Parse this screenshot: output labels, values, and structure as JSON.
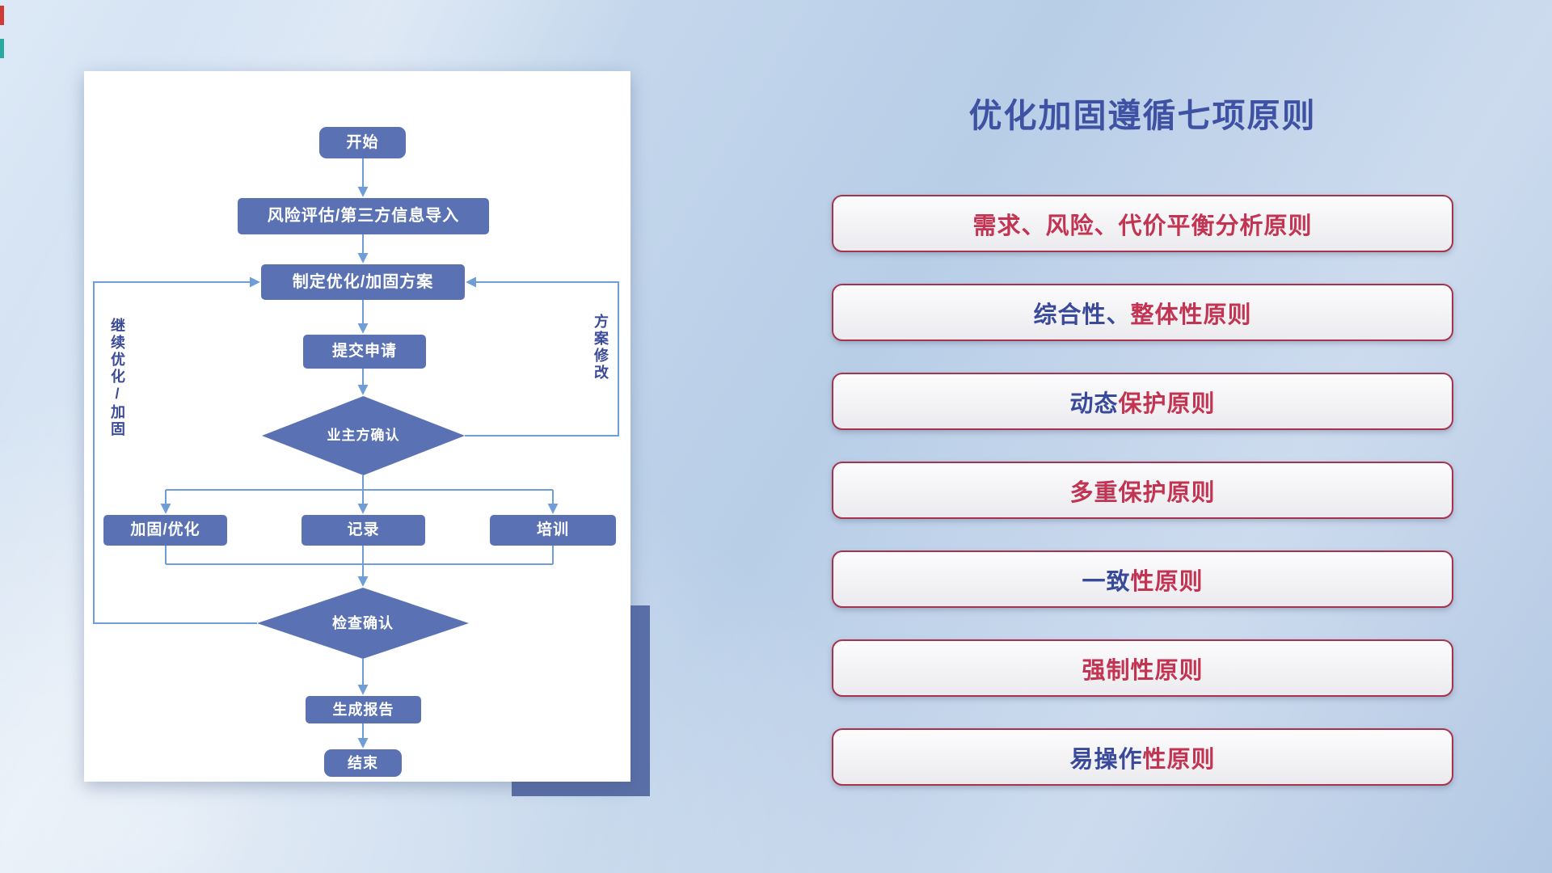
{
  "slide": {
    "title": "优化加固遵循七项原则"
  },
  "flowchart": {
    "nodes": {
      "start": {
        "label": "开始"
      },
      "risk": {
        "label": "风险评估/第三方信息导入"
      },
      "plan": {
        "label": "制定优化/加固方案"
      },
      "submit": {
        "label": "提交申请"
      },
      "owner_confirm": {
        "label": "业主方确认"
      },
      "reinforce": {
        "label": "加固/优化"
      },
      "record": {
        "label": "记录"
      },
      "training": {
        "label": "培训"
      },
      "check_confirm": {
        "label": "检查确认"
      },
      "report": {
        "label": "生成报告"
      },
      "end": {
        "label": "结束"
      }
    },
    "edge_labels": {
      "continue_optimize": "继续优化/加固",
      "plan_revision": "方案修改"
    }
  },
  "principles": [
    {
      "segments": [
        {
          "text": "需求、风险、代价平衡分析原则",
          "color": "red"
        }
      ]
    },
    {
      "segments": [
        {
          "text": "综合性、",
          "color": "blue"
        },
        {
          "text": "整体性原则",
          "color": "red"
        }
      ]
    },
    {
      "segments": [
        {
          "text": "动态",
          "color": "blue"
        },
        {
          "text": "保护原则",
          "color": "red"
        }
      ]
    },
    {
      "segments": [
        {
          "text": "多重保护原则",
          "color": "red"
        }
      ]
    },
    {
      "segments": [
        {
          "text": "一致",
          "color": "blue"
        },
        {
          "text": "性原则",
          "color": "red"
        }
      ]
    },
    {
      "segments": [
        {
          "text": "强制性原则",
          "color": "red"
        }
      ]
    },
    {
      "segments": [
        {
          "text": "易操作",
          "color": "blue"
        },
        {
          "text": "性原则",
          "color": "red"
        }
      ]
    }
  ],
  "text_colors": {
    "red": "#c23452",
    "blue": "#3a4a9b"
  },
  "colors": {
    "node_blue": "#5a72b4",
    "connector_blue": "#6f9ed6",
    "title_blue": "#3f51a3",
    "principle_border_red": "#a5334e",
    "shadow_block_blue": "#5a6fa8"
  }
}
